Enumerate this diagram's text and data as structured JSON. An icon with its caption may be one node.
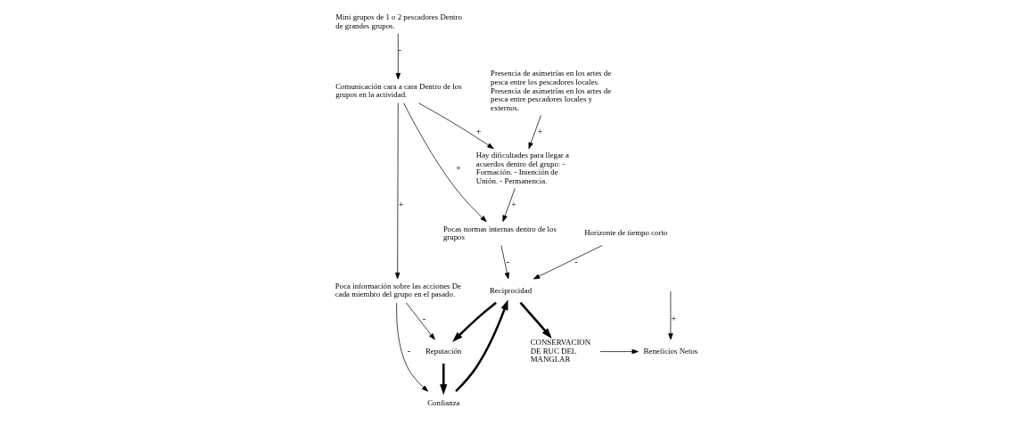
{
  "diagram": {
    "nodes": [
      {
        "text": [
          "Mini grupos de 1 o 2 pescadores Dentro de grandes grupos."
        ]
      },
      {
        "text": [
          "Comunicación cara a cara Dentro de los grupos en la actividad."
        ]
      },
      {
        "text": [
          "Hay dificultades para llegar a acuerdos dentro del grupo: - Formación. - Intención de Unión. - Permanencia."
        ]
      },
      {
        "text": [
          "Presencia de asimetrías en los artes de pesca entre los pescadores locales. Presencia de asimetrías en los artes de pesca entre pescadores locales y externos."
        ]
      },
      {
        "text": [
          "Poca información sobre las acciones De cada miembro del grupo en el pasado."
        ]
      },
      {
        "text": [
          "Reputación"
        ]
      },
      {
        "text": [
          "Confianza"
        ]
      },
      {
        "text": [
          "Reciprocidad"
        ]
      },
      {
        "text": [
          "Pocas normas internas dentro de los grupos"
        ]
      },
      {
        "text": [
          "Horizonte de tiempo corto"
        ]
      },
      {
        "text": [
          "CONSERVACION DE RUC DEL MANGLAR"
        ]
      },
      {
        "text": [
          "Beneficios Netos"
        ]
      }
    ],
    "edges": [
      {
        "from": 0,
        "to": 1,
        "arrow": "to",
        "label": "-"
      },
      {
        "from": 1,
        "to": 4,
        "arrow": "to",
        "label": "+"
      },
      {
        "from": 1,
        "to": 2,
        "arrow": "to",
        "label": "+"
      },
      {
        "from": 1,
        "to": 8,
        "arrow": "to",
        "label": "+"
      },
      {
        "from": 2,
        "to": 8,
        "arrow": "to",
        "label": "+"
      },
      {
        "from": 3,
        "to": 2,
        "arrow": "to",
        "label": "+"
      },
      {
        "from": 4,
        "to": 6,
        "arrow": "to",
        "label": "-"
      },
      {
        "from": 4,
        "to": 5,
        "arrow": "to",
        "label": "-"
      },
      {
        "from": 5,
        "to": 6,
        "arrow": "to",
        "style": "thick"
      },
      {
        "from": 6,
        "to": 7,
        "arrow": "to",
        "style": "thick"
      },
      {
        "from": 7,
        "to": 5,
        "arrow": "to",
        "style": "thick"
      },
      {
        "from": 8,
        "to": 7,
        "arrow": "to",
        "label": "-"
      },
      {
        "from": 9,
        "to": 7,
        "arrow": "to",
        "label": "-"
      },
      {
        "from": 7,
        "to": 10,
        "arrow": "to",
        "style": "thick"
      },
      {
        "from": 10,
        "to": 11,
        "arrow": "to"
      },
      {
        "from": null,
        "to": 11,
        "arrow": "to",
        "label": "+"
      }
    ]
  }
}
